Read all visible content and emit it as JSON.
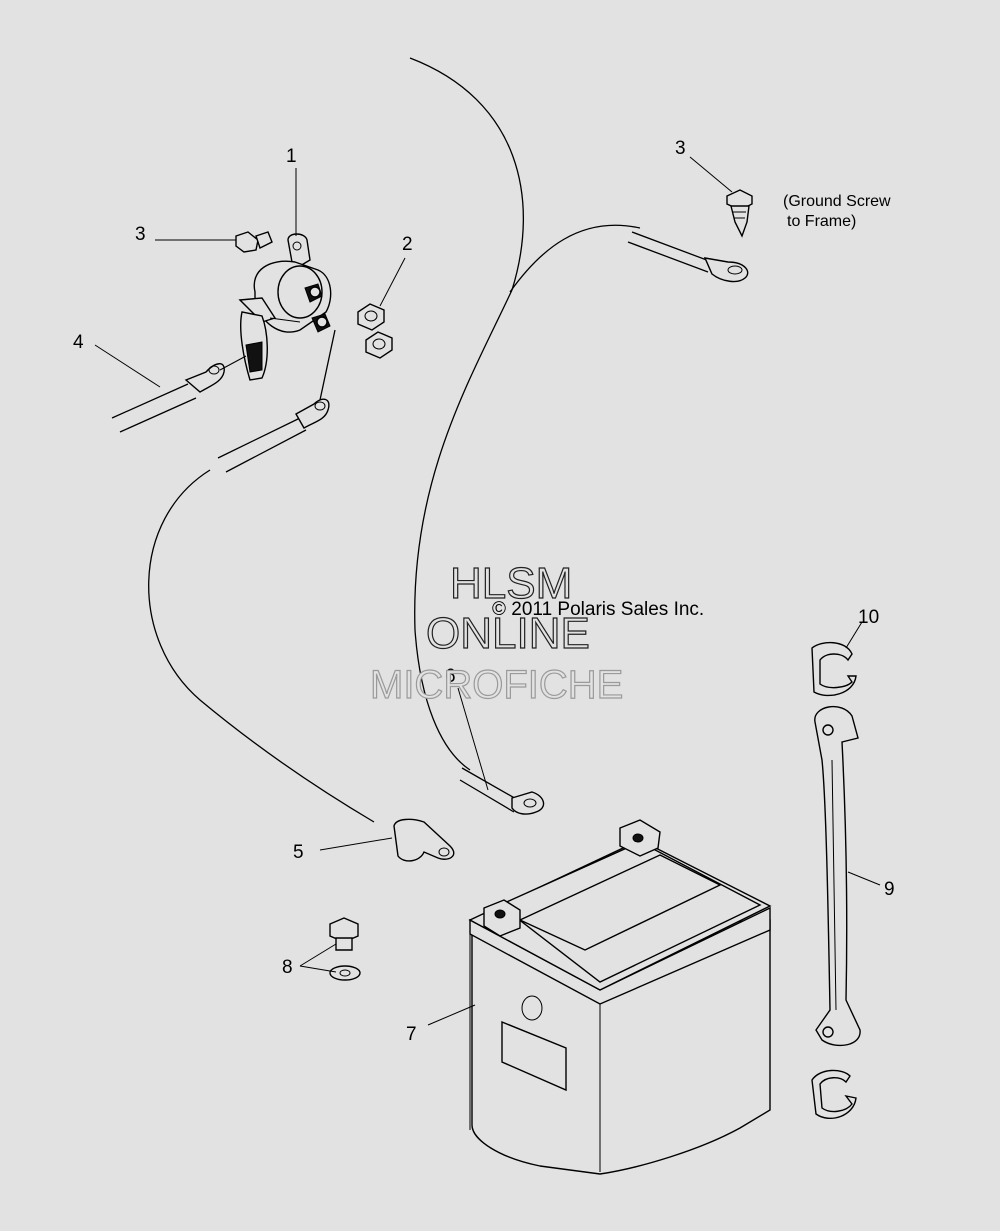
{
  "callouts": {
    "c1": "1",
    "c2": "2",
    "c3a": "3",
    "c3b": "3",
    "c4": "4",
    "c5": "5",
    "c6": "6",
    "c7": "7",
    "c8": "8",
    "c9": "9",
    "c10": "10"
  },
  "ground_note": {
    "line1": "(Ground Screw",
    "line2": "to Frame)"
  },
  "watermark": {
    "line1": "HLSM",
    "line2": "ONLINE",
    "line3": "MICROFICHE",
    "copyright": "© 2011 Polaris Sales Inc."
  }
}
